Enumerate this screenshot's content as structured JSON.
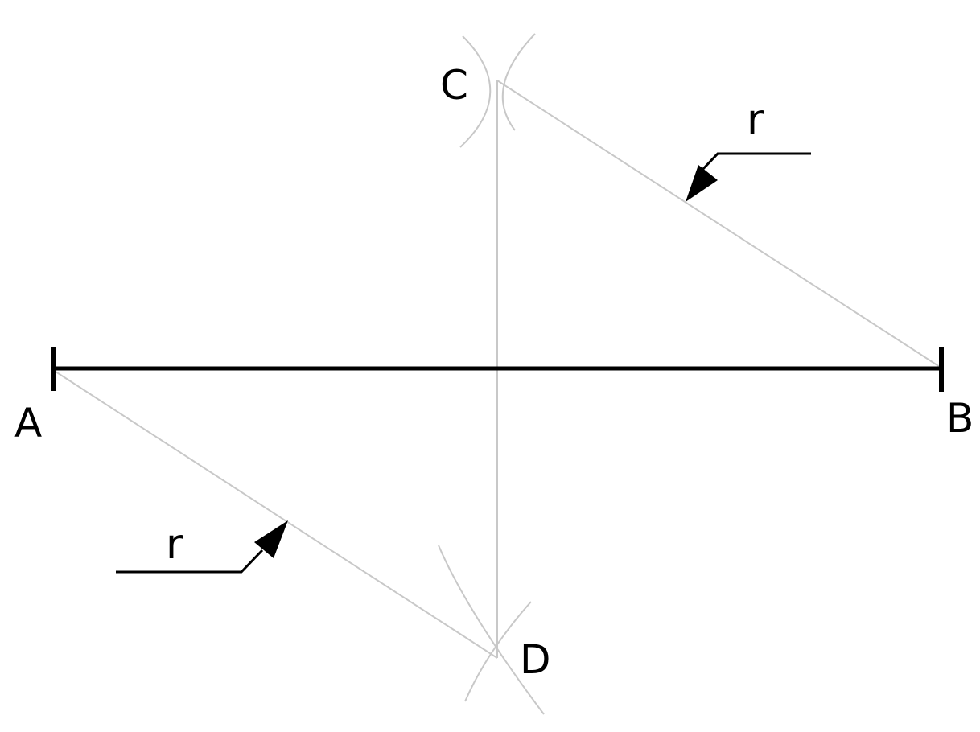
{
  "points": {
    "A": "A",
    "B": "B",
    "C": "C",
    "D": "D"
  },
  "radius_labels": {
    "upper": "r",
    "lower": "r"
  }
}
